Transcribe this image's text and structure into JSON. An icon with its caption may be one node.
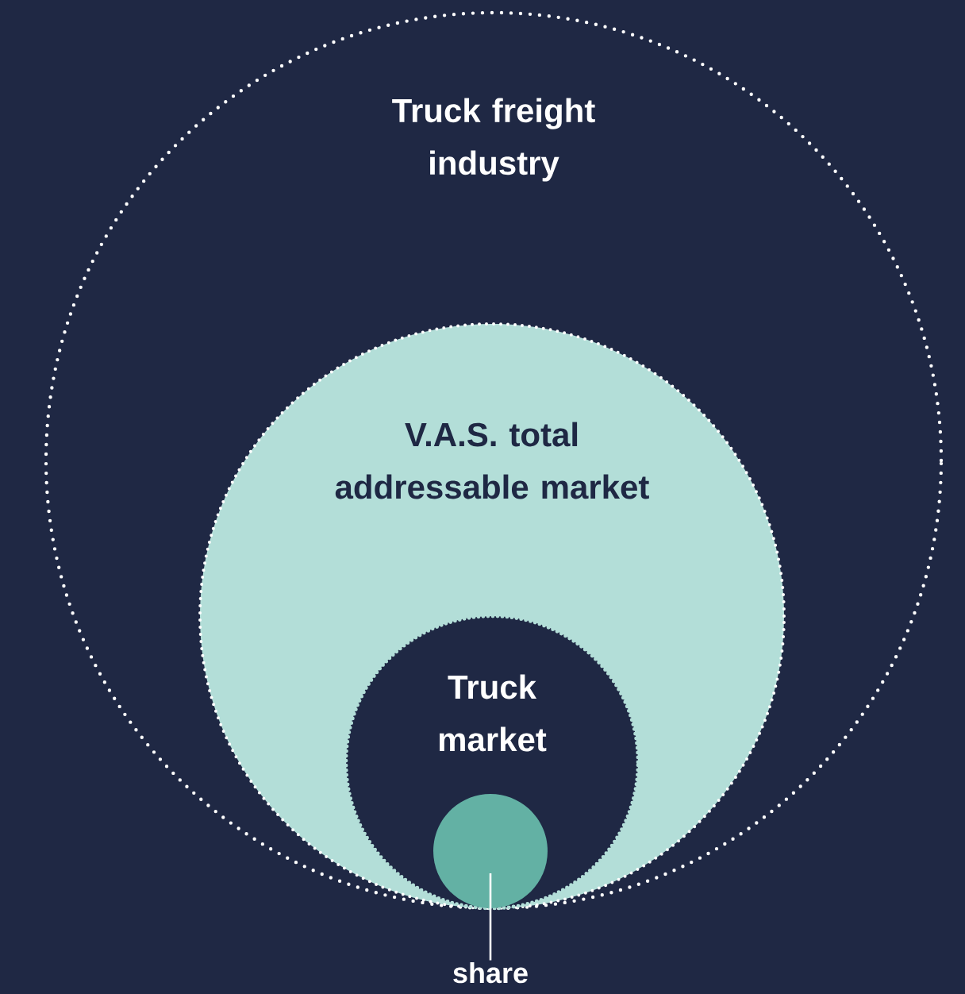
{
  "diagram": {
    "nodes": [
      {
        "text": [
          "Truck freight industry"
        ]
      },
      {
        "text": [
          "V.A.S. total addressable market"
        ],
        "in": 0
      },
      {
        "text": [
          "Truck market"
        ],
        "in": 1
      },
      {
        "text": [],
        "shape": "circle",
        "in": 2
      },
      {
        "text": [
          "share"
        ]
      }
    ],
    "edges": [
      {
        "from": 4,
        "to": 3,
        "arrow": "none"
      }
    ]
  }
}
